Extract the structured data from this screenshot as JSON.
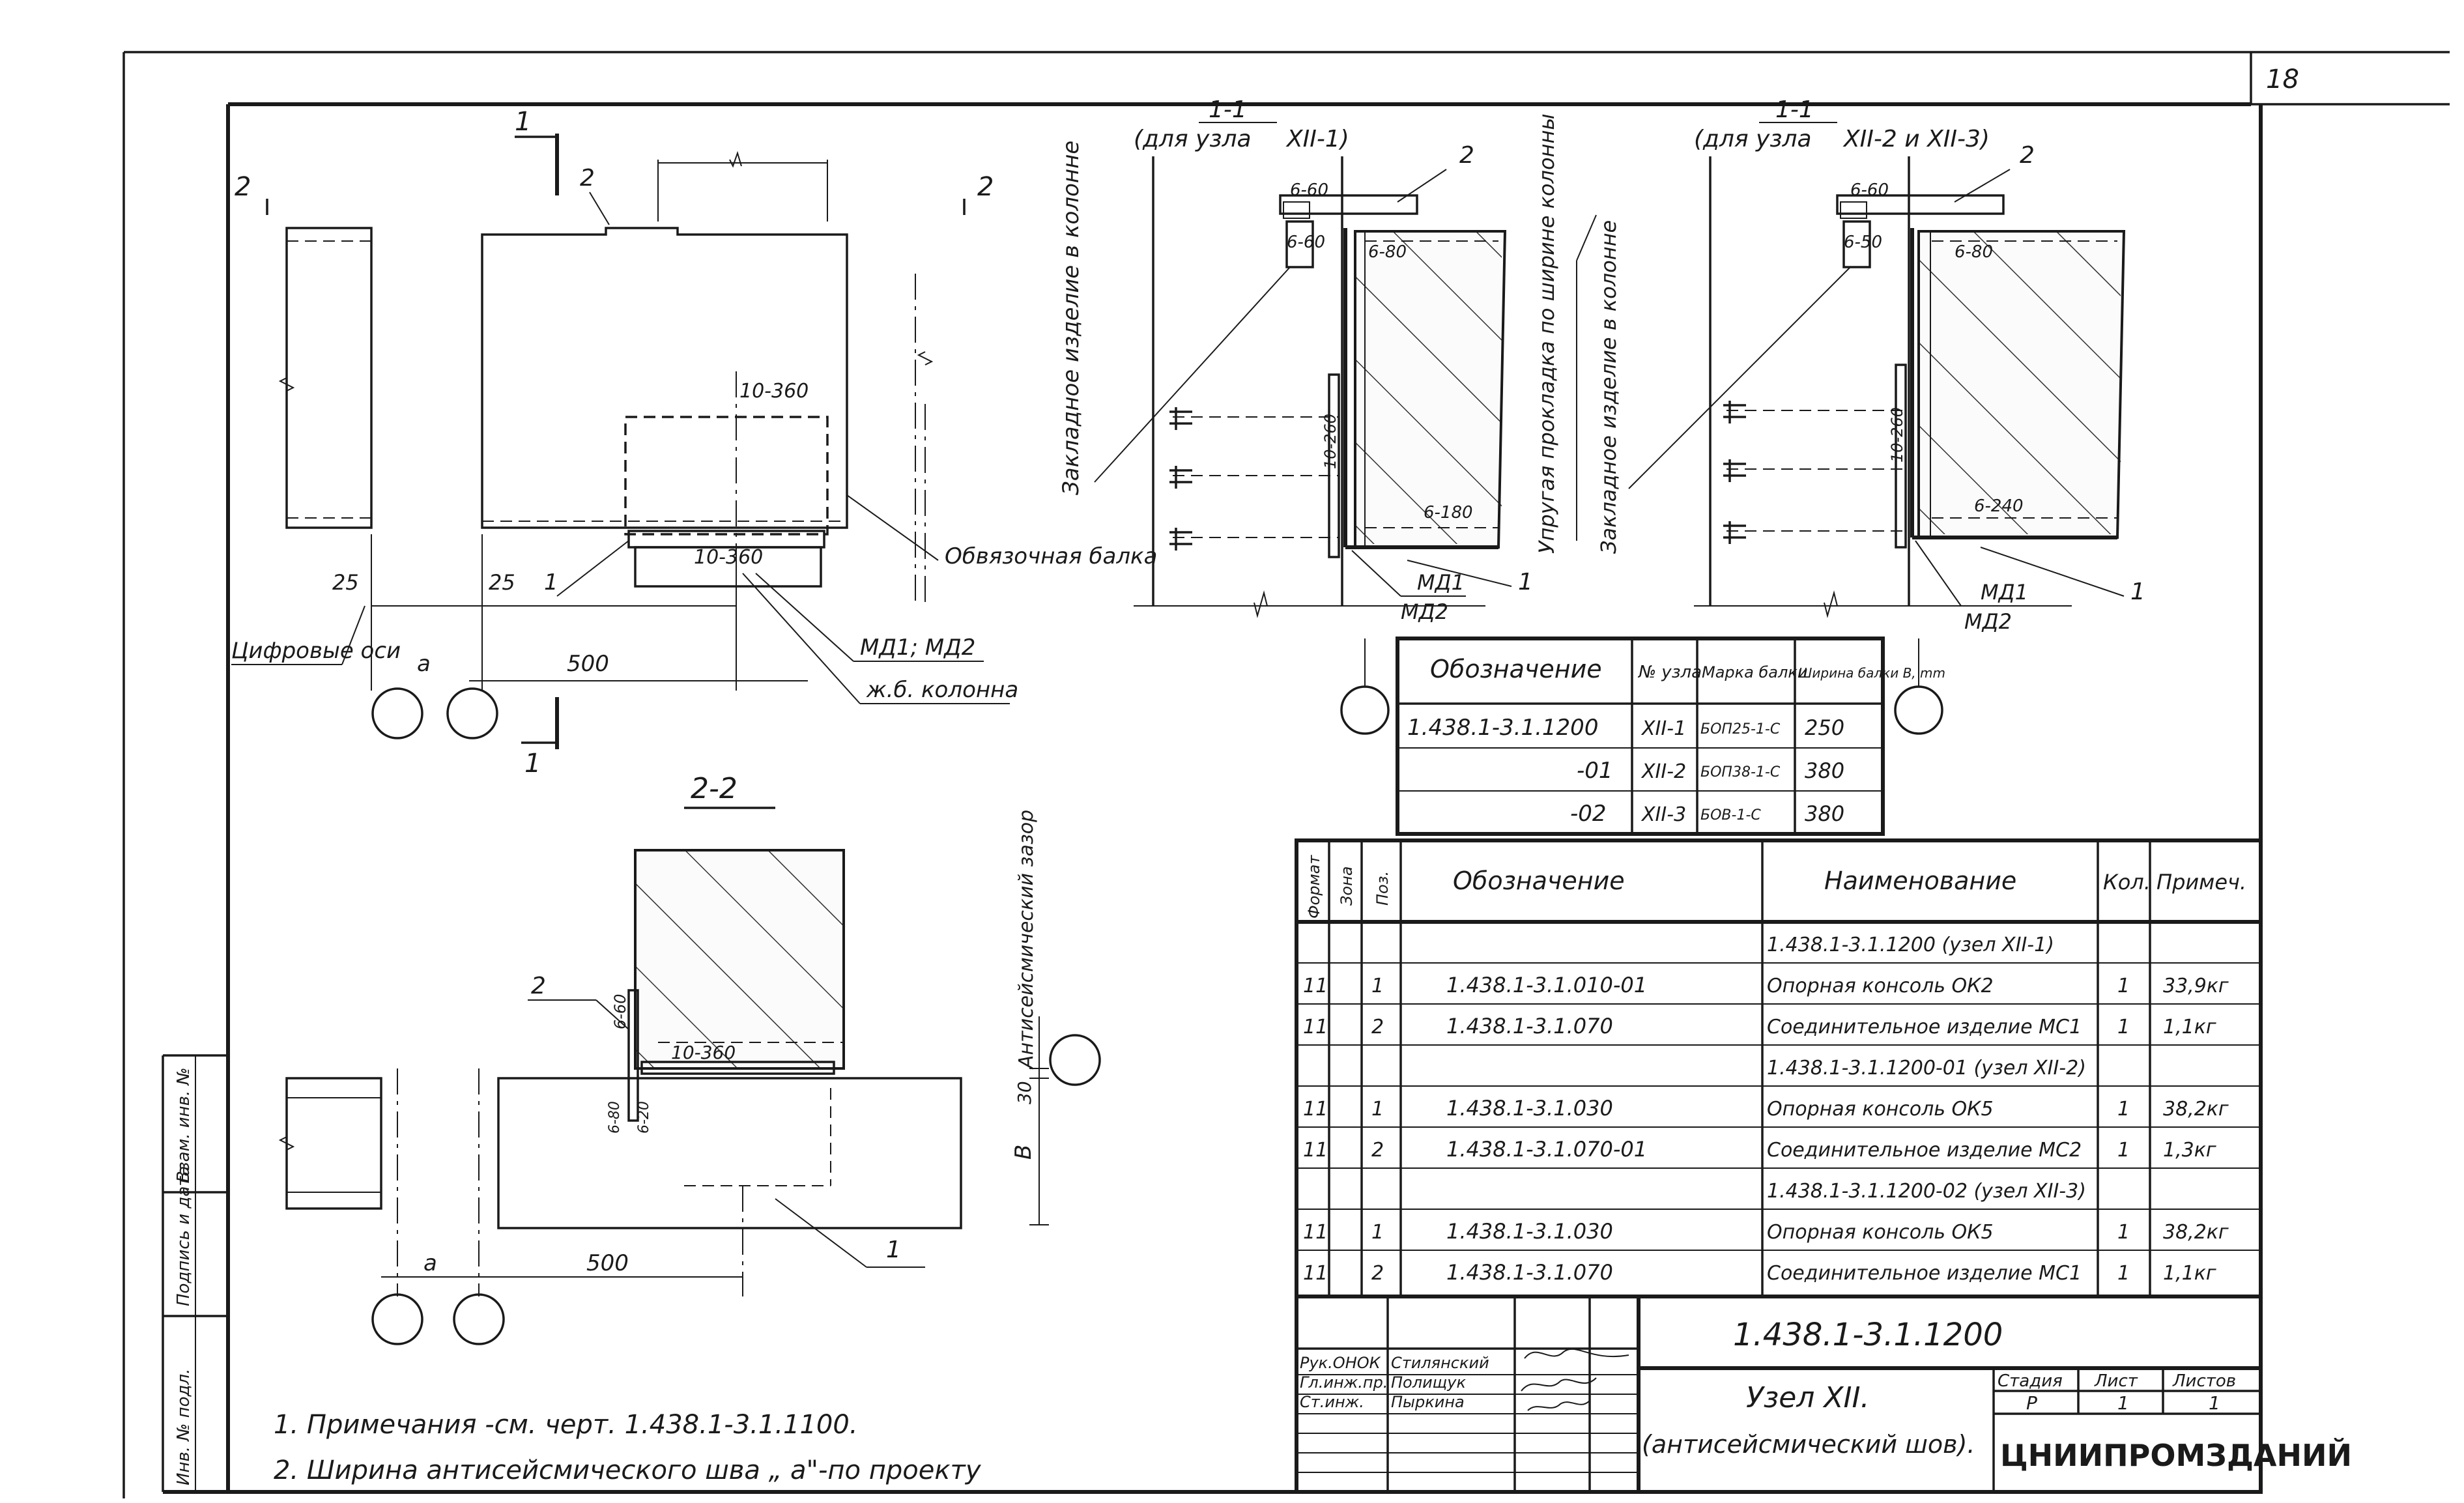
{
  "page_number": "18",
  "plan": {
    "section_mark_1": "1",
    "section_mark_2": "2",
    "dim_10_360": "10-360",
    "dim_10_360_b": "10-360",
    "label_beam": "Обвязочная балка",
    "dim_25_left": "25",
    "dim_25_right": "25",
    "callout_1": "1",
    "callout_2": "2",
    "label_axes": "Цифровые оси",
    "dim_a": "а",
    "dim_500": "500",
    "label_md": "МД1; МД2",
    "label_column": "ж.б. колонна"
  },
  "section_1a": {
    "title_num": "1-1",
    "title_text": "(для узла",
    "title_node": "XII-1)",
    "weld_b60_top": "6-60",
    "weld_b60_side": "6-60",
    "weld_b80": "6-80",
    "weld_10_260": "10-260",
    "weld_6_180": "6-180",
    "callout_2": "2",
    "callout_1": "1",
    "label_md1": "МД1",
    "label_md2": "МД2",
    "label_embed": "Закладное изделие в колонне"
  },
  "section_1b": {
    "title_num": "1-1",
    "title_text": "(для узла",
    "title_node": "XII-2 и XII-3)",
    "weld_b60_top": "6-60",
    "weld_b60_side": "6-50",
    "weld_b80": "6-80",
    "weld_10_260": "10-260",
    "weld_6_240": "6-240",
    "callout_2": "2",
    "callout_1": "1",
    "label_md1": "МД1",
    "label_md2": "МД2",
    "label_pad": "Упругая прокладка по ширине колонны",
    "label_embed": "Закладное изделие в колонне"
  },
  "node_table": {
    "headers": [
      "Обозначение",
      "№ узла",
      "Марка балки",
      "Ширина балки В, mm"
    ],
    "rows": [
      [
        "1.438.1-3.1.1200",
        "XII-1",
        "БОП25-1-С",
        "250"
      ],
      [
        "-01",
        "XII-2",
        "БОП38-1-С",
        "380"
      ],
      [
        "-02",
        "XII-3",
        "БОВ-1-С",
        "380"
      ]
    ]
  },
  "section_2": {
    "title": "2-2",
    "label_gap": "Антисейсмический зазор",
    "weld_6_60": "6-60",
    "weld_6_80": "6-80",
    "weld_6_20": "6-20",
    "weld_10_360": "10-360",
    "dim_30": "30",
    "dim_b": "В",
    "dim_a": "а",
    "dim_500": "500",
    "callout_2": "2",
    "callout_1": "1"
  },
  "spec": {
    "headers": [
      "Формат",
      "Зона",
      "Поз.",
      "Обозначение",
      "Наименование",
      "Кол.",
      "Примеч."
    ],
    "rows": [
      {
        "format": "",
        "zone": "",
        "pos": "",
        "designation": "",
        "name": "1.438.1-3.1.1200 (узел XII-1)",
        "qty": "",
        "note": ""
      },
      {
        "format": "11",
        "zone": "",
        "pos": "1",
        "designation": "1.438.1-3.1.010-01",
        "name": "Опорная консоль ОК2",
        "qty": "1",
        "note": "33,9кг"
      },
      {
        "format": "11",
        "zone": "",
        "pos": "2",
        "designation": "1.438.1-3.1.070",
        "name": "Соединительное изделие МС1",
        "qty": "1",
        "note": "1,1кг"
      },
      {
        "format": "",
        "zone": "",
        "pos": "",
        "designation": "",
        "name": "1.438.1-3.1.1200-01 (узел XII-2)",
        "qty": "",
        "note": ""
      },
      {
        "format": "11",
        "zone": "",
        "pos": "1",
        "designation": "1.438.1-3.1.030",
        "name": "Опорная консоль ОК5",
        "qty": "1",
        "note": "38,2кг"
      },
      {
        "format": "11",
        "zone": "",
        "pos": "2",
        "designation": "1.438.1-3.1.070-01",
        "name": "Соединительное изделие МС2",
        "qty": "1",
        "note": "1,3кг"
      },
      {
        "format": "",
        "zone": "",
        "pos": "",
        "designation": "",
        "name": "1.438.1-3.1.1200-02 (узел XII-3)",
        "qty": "",
        "note": ""
      },
      {
        "format": "11",
        "zone": "",
        "pos": "1",
        "designation": "1.438.1-3.1.030",
        "name": "Опорная консоль ОК5",
        "qty": "1",
        "note": "38,2кг"
      },
      {
        "format": "11",
        "zone": "",
        "pos": "2",
        "designation": "1.438.1-3.1.070",
        "name": "Соединительное изделие МС1",
        "qty": "1",
        "note": "1,1кг"
      }
    ]
  },
  "title_block": {
    "code": "1.438.1-3.1.1200",
    "title_line1": "Узел XII.",
    "title_line2": "(антисейсмический шов).",
    "stage_label": "Стадия",
    "sheet_label": "Лист",
    "sheets_label": "Листов",
    "stage": "Р",
    "sheet": "1",
    "sheets": "1",
    "org": "ЦНИИПРОМЗДАНИЙ",
    "roles": [
      "Рук.ОНОК",
      "Гл.инж.пр.",
      "Ст.инж."
    ],
    "names": [
      "Стилянский",
      "Полищук",
      "Пыркина"
    ]
  },
  "side_stamp": [
    "Инв. № подл.",
    "Подпись и дата",
    "Взам. инв. №"
  ],
  "notes": [
    "1. Примечания -см. черт. 1.438.1-3.1.1100.",
    "2. Ширина антисейсмического шва „ а\"-по проекту"
  ]
}
